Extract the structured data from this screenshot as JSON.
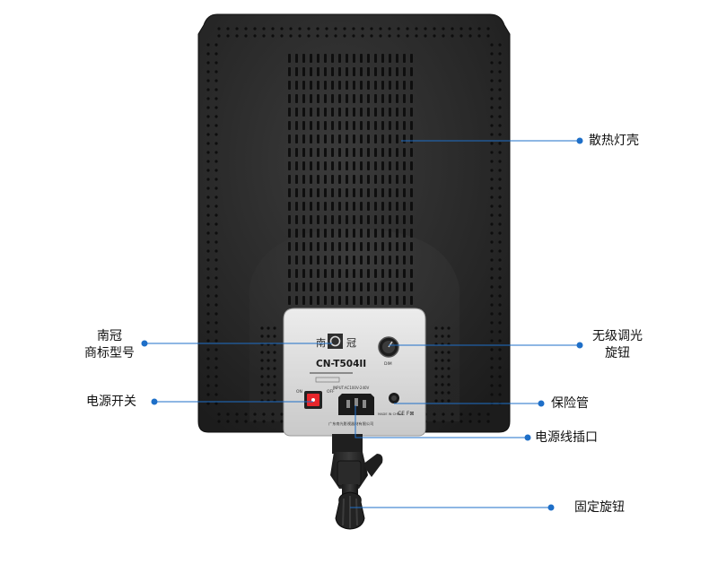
{
  "product": {
    "brand_text_left": "南",
    "brand_text_right": "冠",
    "model": "CN-T504II",
    "dim_label": "DIM",
    "on_label": "ON",
    "off_label": "OFF",
    "input_label": "INPUT:AC100V-240V",
    "maker_text": "广东南光影视器材有限公司",
    "made_in": "MADE IN CHINA",
    "cert_marks": "CE F⊠"
  },
  "callouts": {
    "heat_shell": "散热灯壳",
    "dimmer_knob_line1": "无级调光",
    "dimmer_knob_line2": "旋钮",
    "brand_label_line1": "南冠",
    "brand_label_line2": "商标型号",
    "power_switch": "电源开关",
    "fuse": "保险管",
    "power_socket": "电源线插口",
    "lock_knob": "固定旋钮"
  },
  "colors": {
    "accent": "#1e6fc8",
    "panel": "#2b2b2b",
    "panel_edge": "#3a3a3a",
    "label_plate": "#d9d9d9",
    "switch_red": "#e8262b"
  }
}
